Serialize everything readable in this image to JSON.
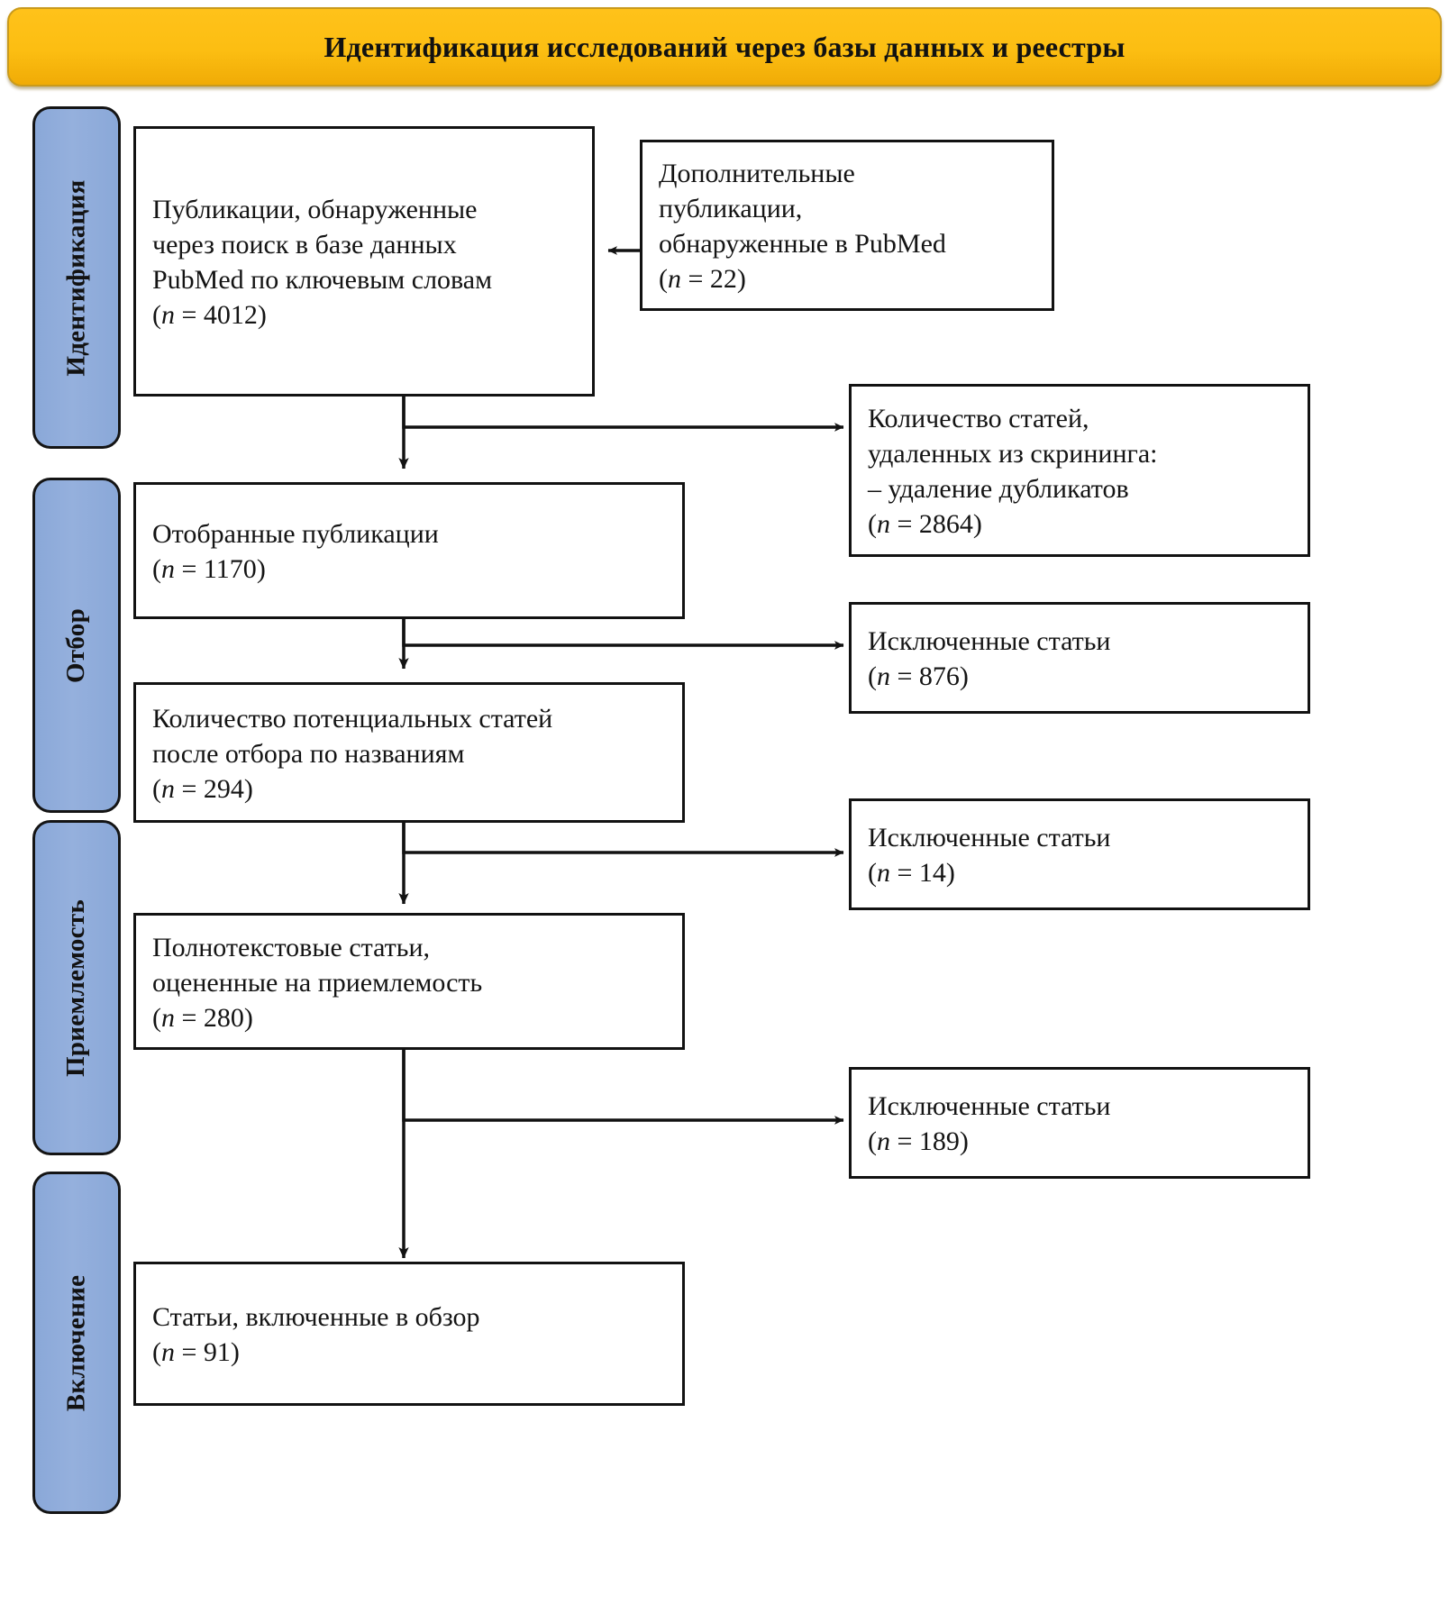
{
  "header": {
    "title": "Идентификация исследований через базы данных и реестры",
    "background_color": "#fcbe12",
    "text_color": "#111111"
  },
  "stages": {
    "accent_color": "#92aedb",
    "items": [
      {
        "id": "identification",
        "label": "Идентификация"
      },
      {
        "id": "screening",
        "label": "Отбор"
      },
      {
        "id": "eligibility",
        "label": "Приемлемость"
      },
      {
        "id": "included",
        "label": "Включение"
      }
    ]
  },
  "flow": {
    "main_boxes": [
      {
        "id": "records-identified",
        "lines": [
          "Публикации, обнаруженные",
          "через поиск в базе данных",
          "PubMed по ключевым словам"
        ],
        "count_prefix": "(",
        "count_n": "n",
        "count_eq": " = ",
        "count_value": "4012",
        "count_suffix": ")"
      },
      {
        "id": "records-screened",
        "lines": [
          "Отобранные публикации"
        ],
        "count_prefix": "(",
        "count_n": "n",
        "count_eq": " = ",
        "count_value": "1170",
        "count_suffix": ")"
      },
      {
        "id": "records-after-title-screening",
        "lines": [
          "Количество потенциальных статей",
          "после отбора по названиям"
        ],
        "count_prefix": "(",
        "count_n": "n",
        "count_eq": " = ",
        "count_value": "294",
        "count_suffix": ")"
      },
      {
        "id": "fulltext-assessed",
        "lines": [
          "Полнотекстовые статьи,",
          "оцененные на приемлемость"
        ],
        "count_prefix": "(",
        "count_n": "n",
        "count_eq": " = ",
        "count_value": "280",
        "count_suffix": ")"
      },
      {
        "id": "studies-included",
        "lines": [
          "Статьи, включенные в обзор"
        ],
        "count_prefix": "(",
        "count_n": "n",
        "count_eq": " = ",
        "count_value": "91",
        "count_suffix": ")"
      }
    ],
    "side_boxes": [
      {
        "id": "additional-records",
        "lines": [
          "Дополнительные",
          "публикации,",
          "обнаруженные в PubMed"
        ],
        "count_prefix": "(",
        "count_n": "n",
        "count_eq": " = ",
        "count_value": "22",
        "count_suffix": ")"
      },
      {
        "id": "records-removed",
        "lines": [
          "Количество статей,",
          "удаленных из скрининга:",
          "– удаление дубликатов"
        ],
        "count_prefix": "(",
        "count_n": "n",
        "count_eq": " = ",
        "count_value": "2864",
        "count_suffix": ")"
      },
      {
        "id": "excluded-after-screening",
        "lines": [
          "Исключенные статьи"
        ],
        "count_prefix": "(",
        "count_n": "n",
        "count_eq": " = ",
        "count_value": "876",
        "count_suffix": ")"
      },
      {
        "id": "excluded-after-titles",
        "lines": [
          "Исключенные статьи"
        ],
        "count_prefix": "(",
        "count_n": "n",
        "count_eq": " = ",
        "count_value": "14",
        "count_suffix": ")"
      },
      {
        "id": "excluded-after-fulltext",
        "lines": [
          "Исключенные статьи"
        ],
        "count_prefix": "(",
        "count_n": "n",
        "count_eq": " = ",
        "count_value": "189",
        "count_suffix": ")"
      }
    ]
  },
  "chart_data": {
    "type": "diagram",
    "title": "Идентификация исследований через базы данных и реестры",
    "diagram_kind": "PRISMA flow diagram",
    "stages": [
      "Идентификация",
      "Отбор",
      "Приемлемость",
      "Включение"
    ],
    "nodes": [
      {
        "id": "records-identified",
        "label": "Публикации, обнаруженные через поиск в базе данных PubMed по ключевым словам",
        "n": 4012,
        "stage": "Идентификация",
        "column": "main"
      },
      {
        "id": "additional-records",
        "label": "Дополнительные публикации, обнаруженные в PubMed",
        "n": 22,
        "stage": "Идентификация",
        "column": "side"
      },
      {
        "id": "records-removed",
        "label": "Количество статей, удаленных из скрининга: – удаление дубликатов",
        "n": 2864,
        "stage": "Идентификация",
        "column": "side"
      },
      {
        "id": "records-screened",
        "label": "Отобранные публикации",
        "n": 1170,
        "stage": "Отбор",
        "column": "main"
      },
      {
        "id": "excluded-after-screening",
        "label": "Исключенные статьи",
        "n": 876,
        "stage": "Отбор",
        "column": "side"
      },
      {
        "id": "records-after-title-screening",
        "label": "Количество потенциальных статей после отбора по названиям",
        "n": 294,
        "stage": "Отбор",
        "column": "main"
      },
      {
        "id": "excluded-after-titles",
        "label": "Исключенные статьи",
        "n": 14,
        "stage": "Приемлемость",
        "column": "side"
      },
      {
        "id": "fulltext-assessed",
        "label": "Полнотекстовые статьи, оцененные на приемлемость",
        "n": 280,
        "stage": "Приемлемость",
        "column": "main"
      },
      {
        "id": "excluded-after-fulltext",
        "label": "Исключенные статьи",
        "n": 189,
        "stage": "Приемлемость",
        "column": "side"
      },
      {
        "id": "studies-included",
        "label": "Статьи, включенные в обзор",
        "n": 91,
        "stage": "Включение",
        "column": "main"
      }
    ],
    "edges": [
      {
        "from": "additional-records",
        "to": "records-identified",
        "direction": "left"
      },
      {
        "from": "records-identified",
        "to": "records-removed",
        "direction": "right"
      },
      {
        "from": "records-identified",
        "to": "records-screened",
        "direction": "down"
      },
      {
        "from": "records-screened",
        "to": "excluded-after-screening",
        "direction": "right"
      },
      {
        "from": "records-screened",
        "to": "records-after-title-screening",
        "direction": "down"
      },
      {
        "from": "records-after-title-screening",
        "to": "excluded-after-titles",
        "direction": "right"
      },
      {
        "from": "records-after-title-screening",
        "to": "fulltext-assessed",
        "direction": "down"
      },
      {
        "from": "fulltext-assessed",
        "to": "excluded-after-fulltext",
        "direction": "right"
      },
      {
        "from": "fulltext-assessed",
        "to": "studies-included",
        "direction": "down"
      }
    ]
  }
}
